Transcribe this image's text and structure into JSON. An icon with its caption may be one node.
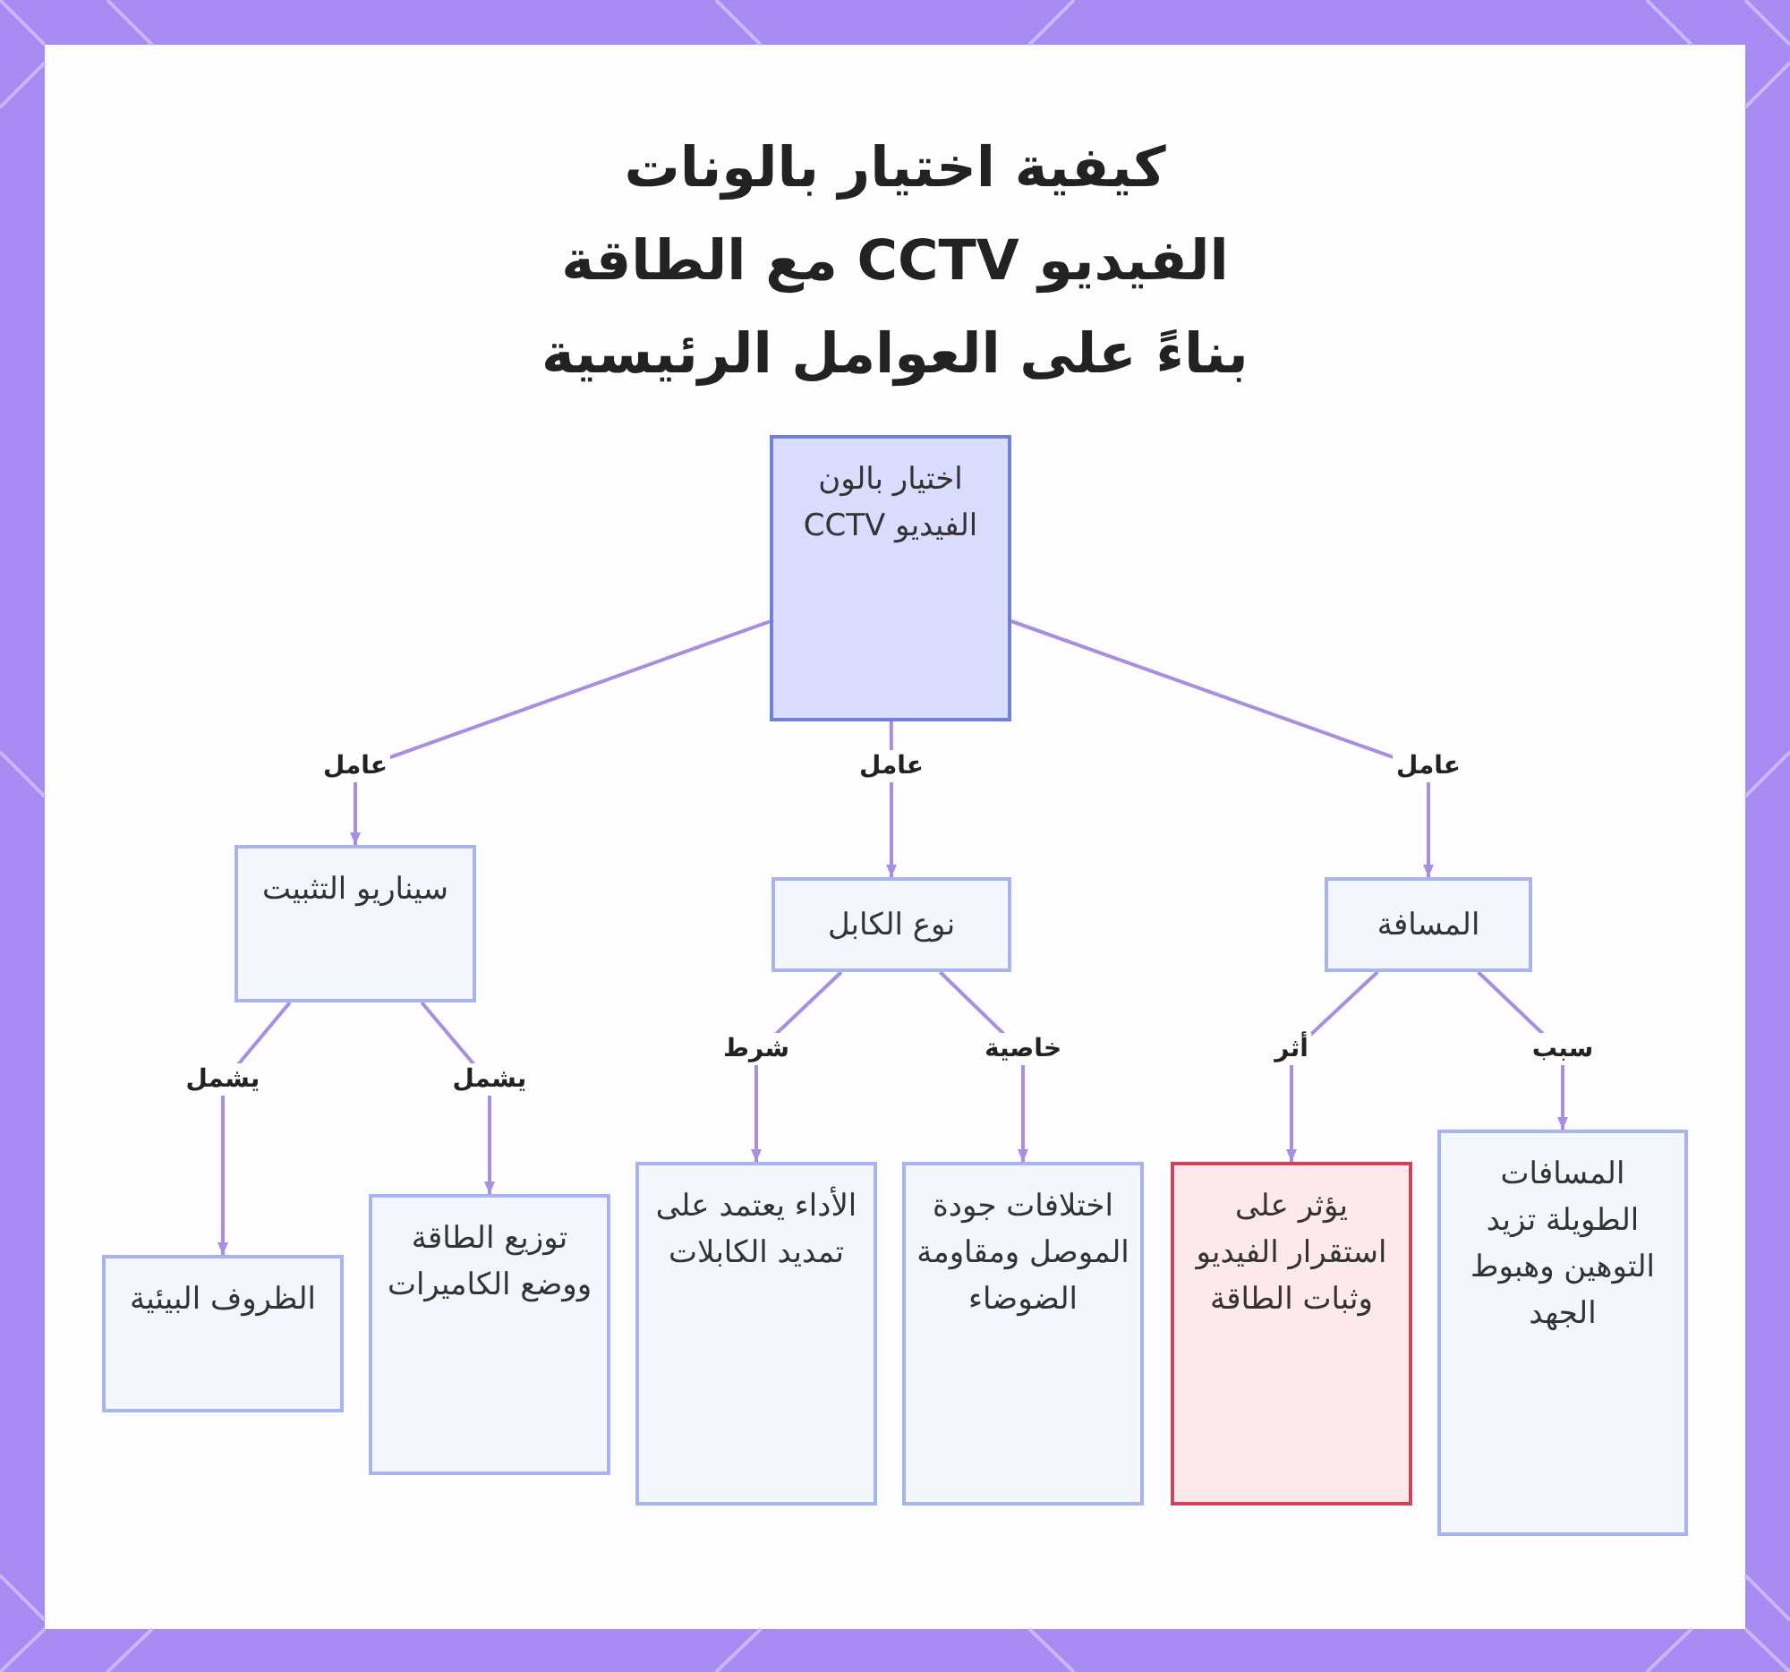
{
  "diagram": {
    "title": "كيفية اختيار بالونات الفيديو CCTV مع الطاقة بناءً على العوامل الرئيسية",
    "nodes": [
      {
        "text": [
          "اختيار بالون الفيديو CCTV"
        ]
      },
      {
        "text": [
          "سيناريو التثبيت"
        ]
      },
      {
        "text": [
          "نوع الكابل"
        ]
      },
      {
        "text": [
          "المسافة"
        ]
      },
      {
        "text": [
          "الظروف البيئية"
        ]
      },
      {
        "text": [
          "توزيع الطاقة ووضع الكاميرات"
        ]
      },
      {
        "text": [
          "الأداء يعتمد على تمديد الكابلات"
        ]
      },
      {
        "text": [
          "اختلافات جودة الموصل ومقاومة الضوضاء"
        ]
      },
      {
        "text": [
          "يؤثر على استقرار الفيديو وثبات الطاقة"
        ]
      },
      {
        "text": [
          "المسافات الطويلة تزيد التوهين وهبوط الجهد"
        ]
      }
    ],
    "edges": [
      {
        "from": 0,
        "to": 1,
        "arrow": "to",
        "label": "عامل"
      },
      {
        "from": 0,
        "to": 2,
        "arrow": "to",
        "label": "عامل"
      },
      {
        "from": 0,
        "to": 3,
        "arrow": "to",
        "label": "عامل"
      },
      {
        "from": 1,
        "to": 4,
        "arrow": "to",
        "label": "يشمل"
      },
      {
        "from": 1,
        "to": 5,
        "arrow": "to",
        "label": "يشمل"
      },
      {
        "from": 2,
        "to": 6,
        "arrow": "to",
        "label": "شرط"
      },
      {
        "from": 2,
        "to": 7,
        "arrow": "to",
        "label": "خاصية"
      },
      {
        "from": 3,
        "to": 8,
        "arrow": "to",
        "label": "أثر"
      },
      {
        "from": 3,
        "to": 9,
        "arrow": "to",
        "label": "سبب"
      }
    ]
  }
}
